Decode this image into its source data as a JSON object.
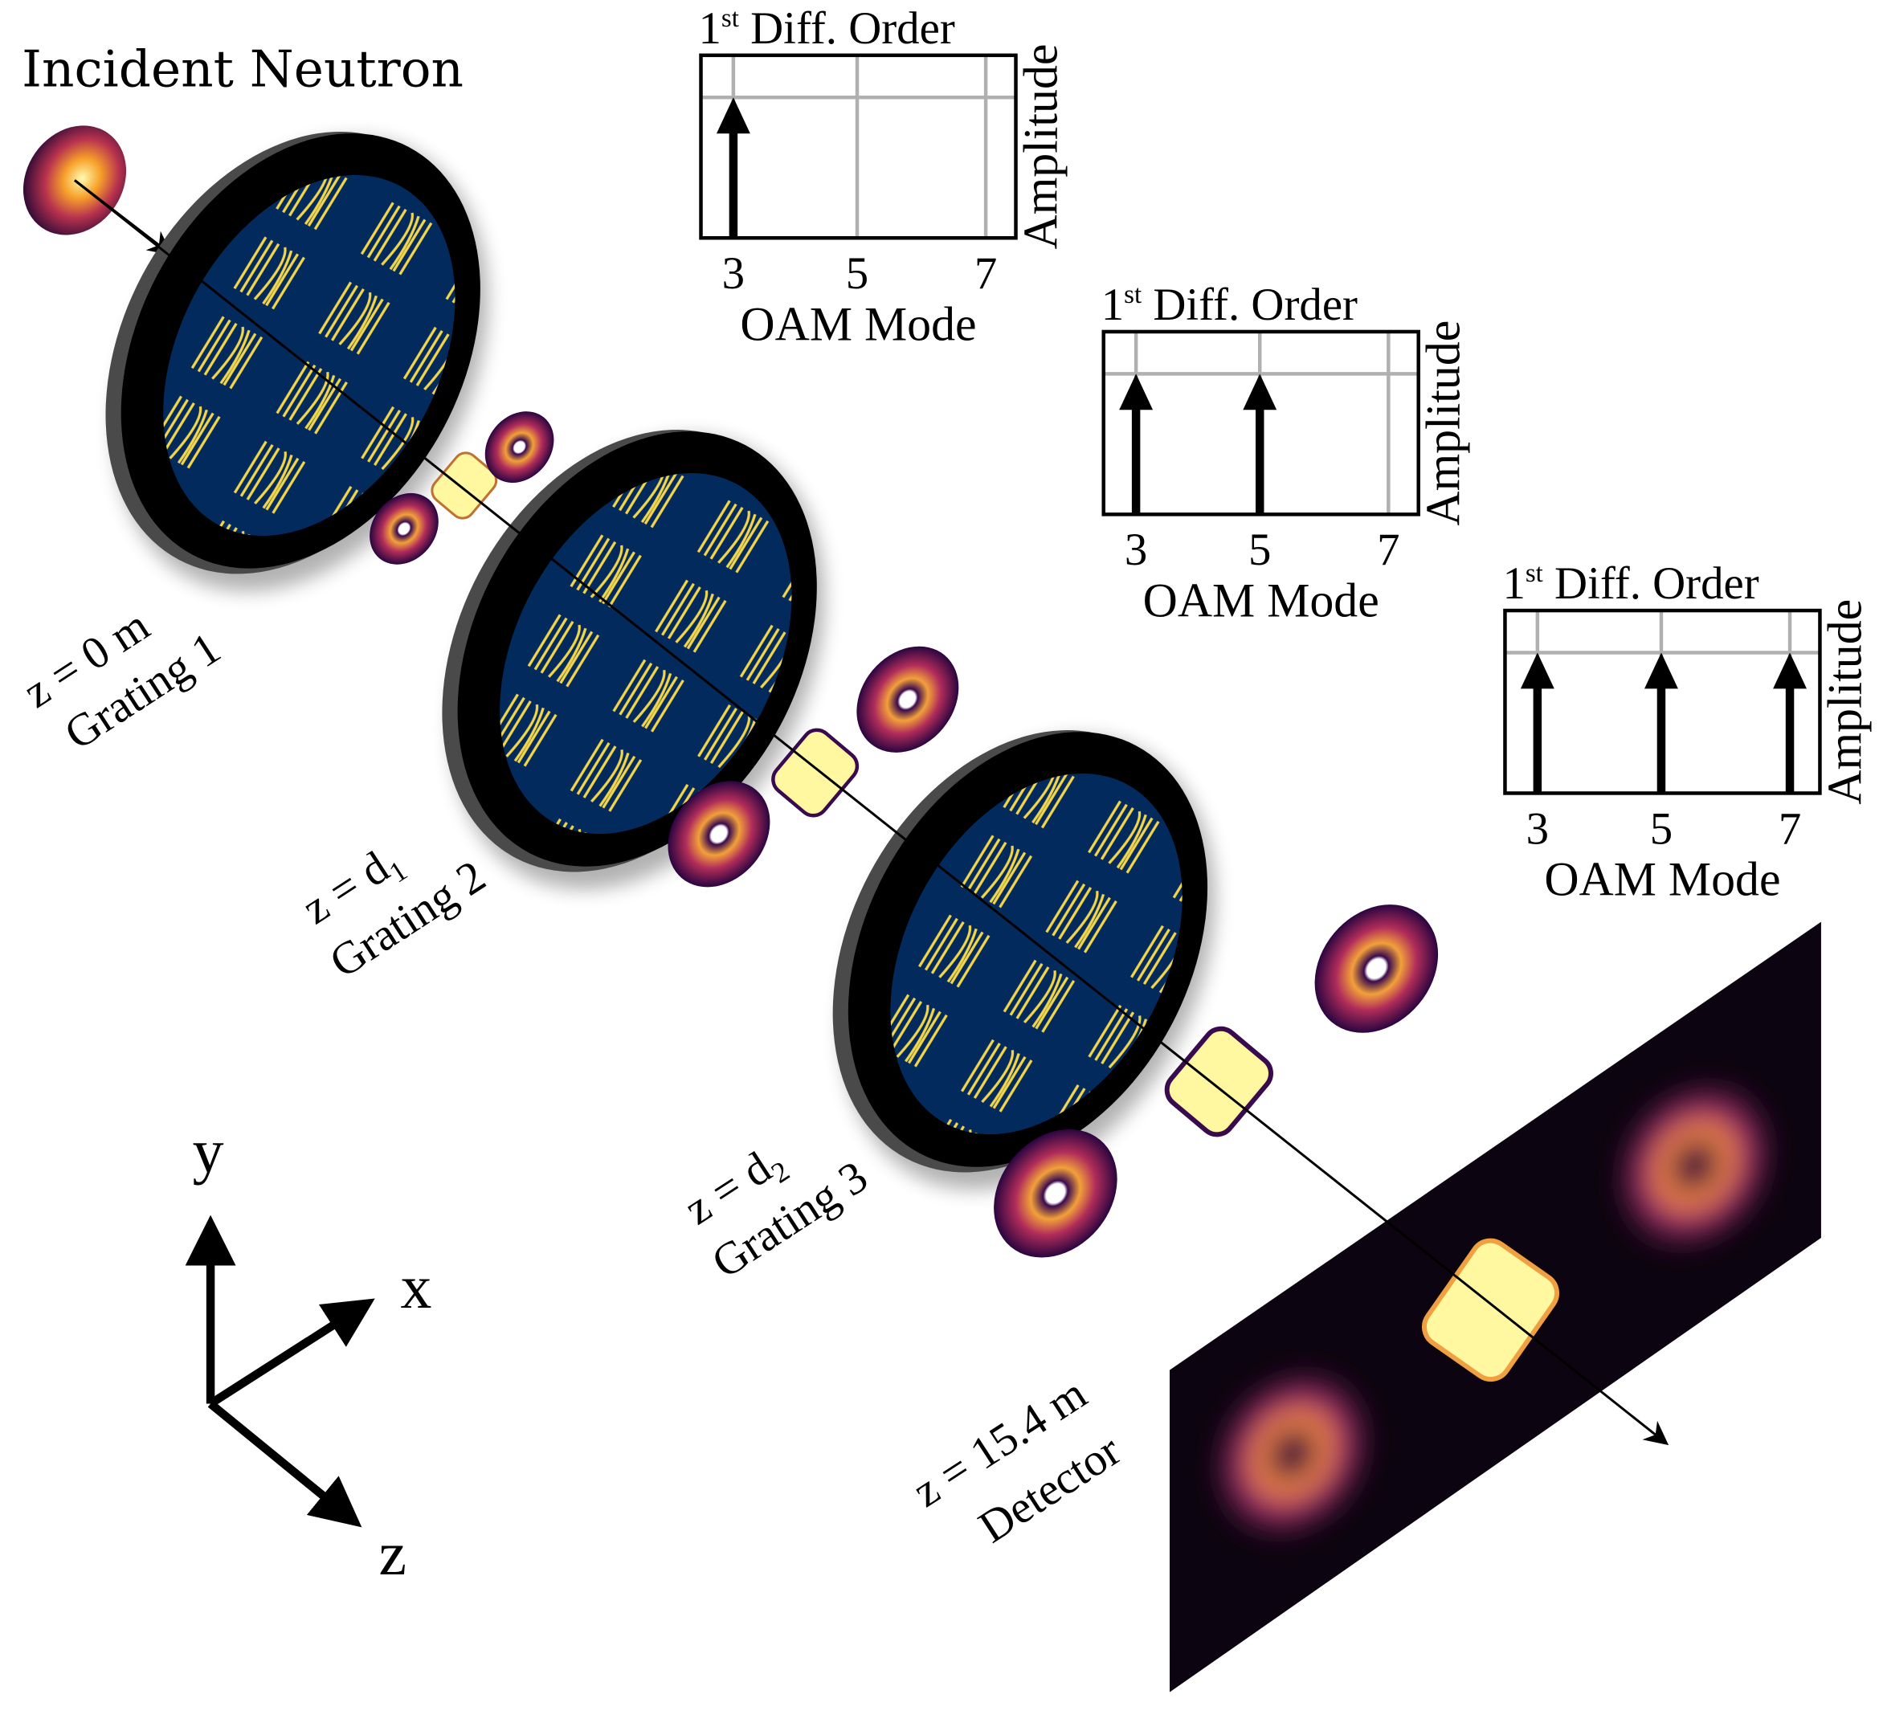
{
  "title": "Incident Neutron",
  "axes_labels": {
    "y": "y",
    "x": "x",
    "z": "z"
  },
  "stages": [
    {
      "position": "z = 0 m",
      "name": "Grating 1"
    },
    {
      "position": "z = d",
      "sub": "1",
      "name": "Grating 2"
    },
    {
      "position": "z = d",
      "sub": "2",
      "name": "Grating 3"
    },
    {
      "position": "z = 15.4 m",
      "name": "Detector"
    }
  ],
  "colors": {
    "grating_face": "#032a5c",
    "grating_fringe": "#f2d54a",
    "ring": "#000000",
    "ring_edge": "#4a4a4a",
    "beam_hot": "#fff8a0",
    "beam_mid": "#e0663a",
    "beam_dark": "#3a0a4e"
  },
  "chart_data": [
    {
      "type": "bar",
      "title_prefix": "1",
      "title_sup": "st",
      "title": "Diff. Order",
      "xlabel": "OAM Mode",
      "ylabel": "Amplitude",
      "categories": [
        "3",
        "5",
        "7"
      ],
      "values": [
        1,
        0,
        0
      ],
      "ylim": [
        0,
        1.3
      ],
      "grid": true
    },
    {
      "type": "bar",
      "title_prefix": "1",
      "title_sup": "st",
      "title": "Diff. Order",
      "xlabel": "OAM Mode",
      "ylabel": "Amplitude",
      "categories": [
        "3",
        "5",
        "7"
      ],
      "values": [
        1,
        1,
        0
      ],
      "ylim": [
        0,
        1.3
      ],
      "grid": true
    },
    {
      "type": "bar",
      "title_prefix": "1",
      "title_sup": "st",
      "title": "Diff. Order",
      "xlabel": "OAM Mode",
      "ylabel": "Amplitude",
      "categories": [
        "3",
        "5",
        "7"
      ],
      "values": [
        1,
        1,
        1
      ],
      "ylim": [
        0,
        1.3
      ],
      "grid": true
    }
  ]
}
